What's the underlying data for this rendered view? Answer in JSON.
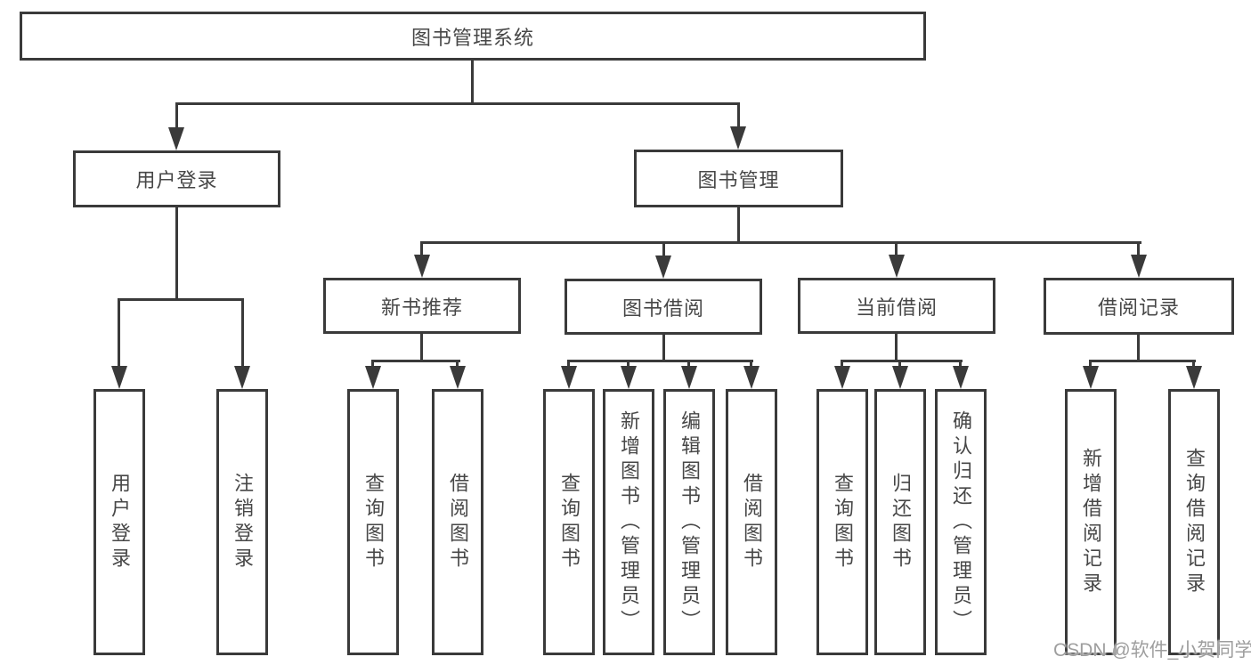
{
  "tree": {
    "label": "图书管理系统",
    "children": [
      {
        "label": "用户登录",
        "children": [
          {
            "label": "用户登录"
          },
          {
            "label": "注销登录"
          }
        ]
      },
      {
        "label": "图书管理",
        "children": [
          {
            "label": "新书推荐",
            "children": [
              {
                "label": "查询图书"
              },
              {
                "label": "借阅图书"
              }
            ]
          },
          {
            "label": "图书借阅",
            "children": [
              {
                "label": "查询图书"
              },
              {
                "label": "新增图书（管理员）"
              },
              {
                "label": "编辑图书（管理员）"
              },
              {
                "label": "借阅图书"
              }
            ]
          },
          {
            "label": "当前借阅",
            "children": [
              {
                "label": "查询图书"
              },
              {
                "label": "归还图书"
              },
              {
                "label": "确认归还（管理员）"
              }
            ]
          },
          {
            "label": "借阅记录",
            "children": [
              {
                "label": "新增借阅记录"
              },
              {
                "label": "查询借阅记录"
              }
            ]
          }
        ]
      }
    ]
  },
  "watermark": {
    "text": "CSDN @软件_小贺同学"
  },
  "colors": {
    "line": "#3a3a3a",
    "text": "#474747",
    "watermark": "#9e9e9e",
    "background": "#ffffff"
  }
}
